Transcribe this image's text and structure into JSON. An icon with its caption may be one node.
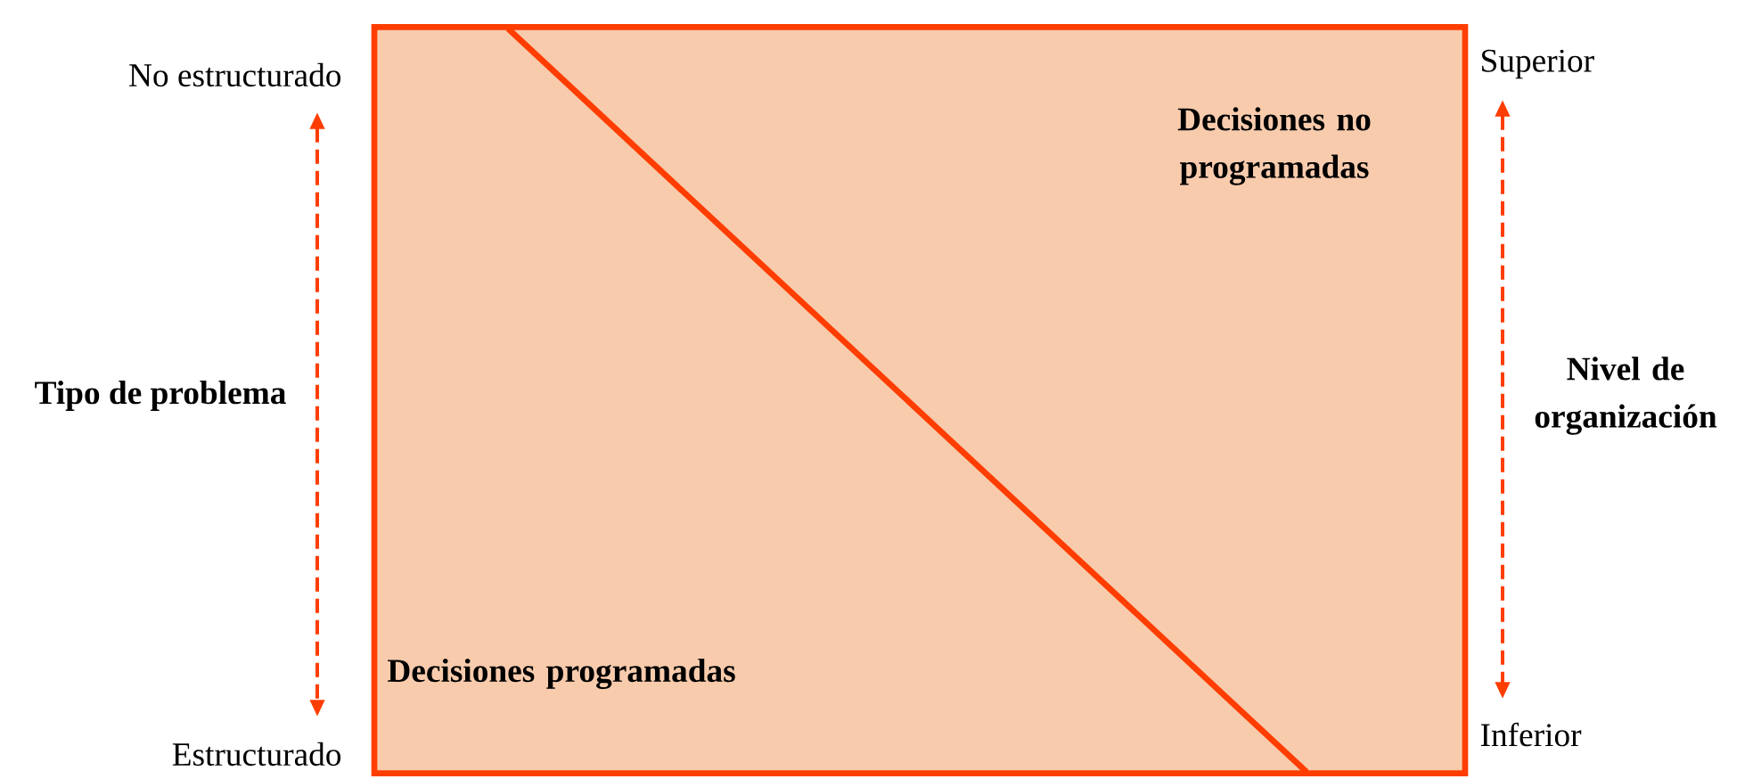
{
  "diagram": {
    "nodes": [
      {
        "text": [
          "Decisiones no programadas",
          "Decisiones programadas"
        ]
      }
    ],
    "edges": [],
    "labels": [
      "No estructurado",
      "Tipo de problema",
      "Estructurado",
      "Superior",
      "Nivel de organización",
      "Inferior"
    ]
  }
}
